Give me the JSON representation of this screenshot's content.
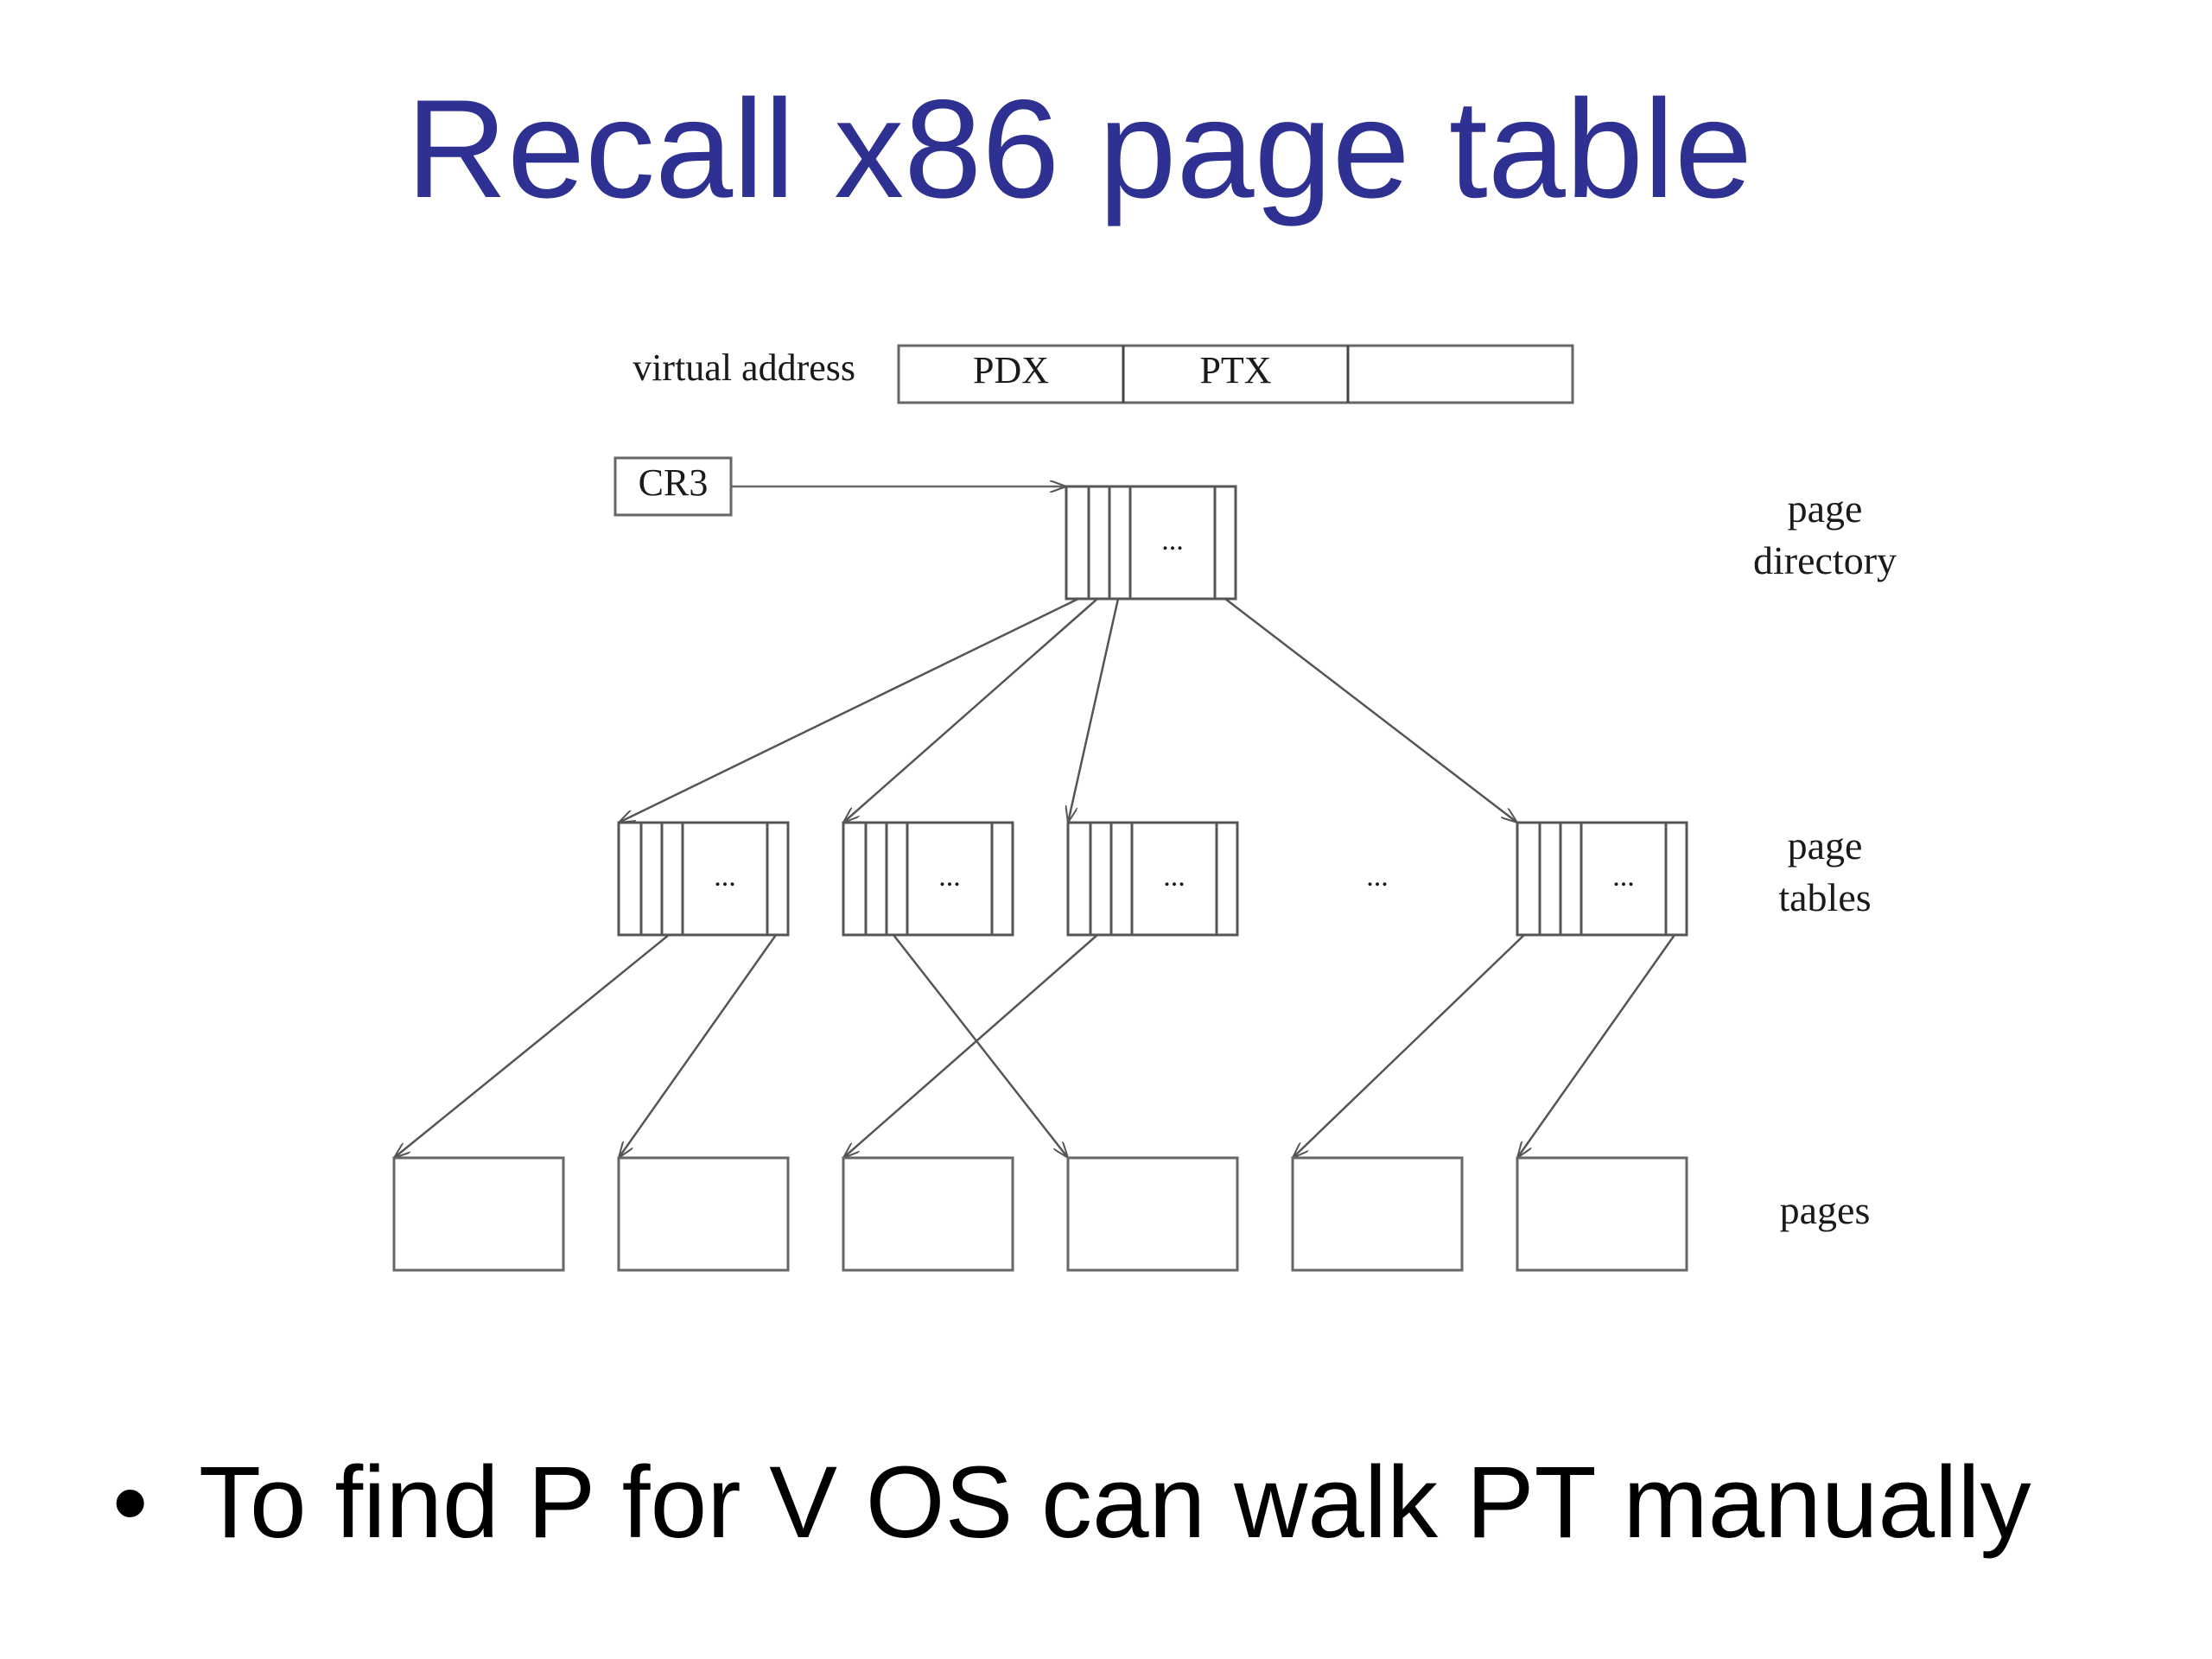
{
  "slide": {
    "title": "Recall x86 page table",
    "bullet": "To find P for V OS can walk PT manually",
    "bullet_marker": "•",
    "title_color": "#2e3192"
  },
  "diagram": {
    "virtual_address_label": "virtual address",
    "fields": [
      "PDX",
      "PTX",
      ""
    ],
    "cr3_label": "CR3",
    "ellipsis": "...",
    "level_labels": {
      "page_directory": [
        "page",
        "directory"
      ],
      "page_tables": [
        "page",
        "tables"
      ],
      "pages": "pages"
    }
  }
}
